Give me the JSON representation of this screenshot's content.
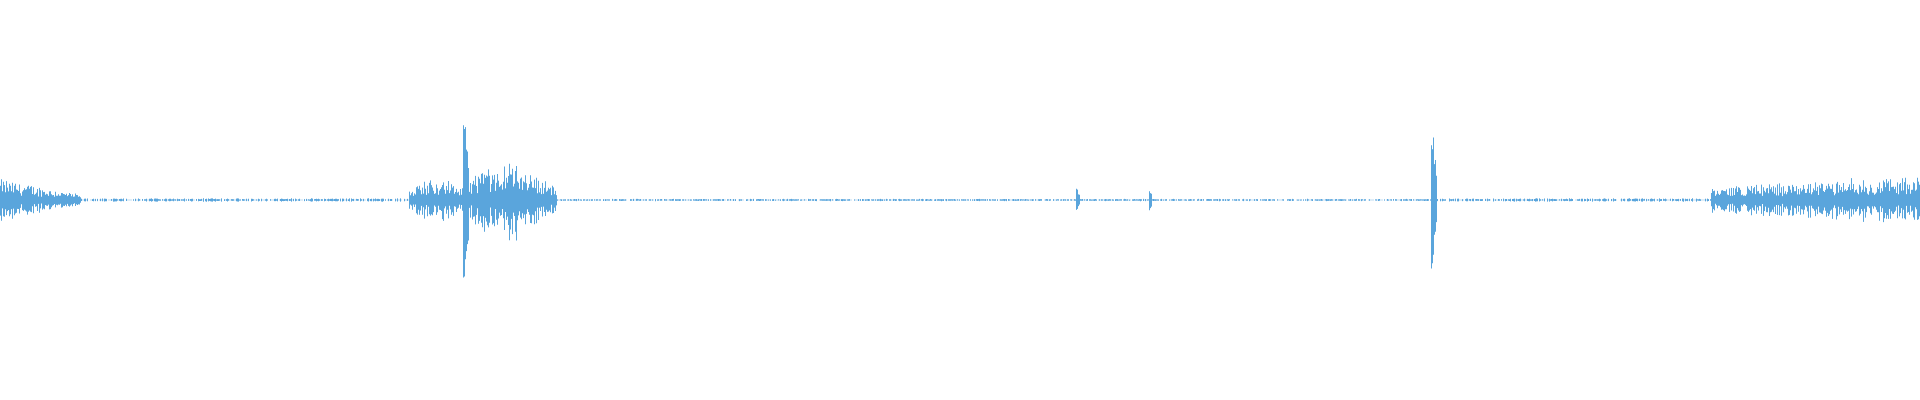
{
  "waveform": {
    "color": "#5aa5dc",
    "background": "#ffffff",
    "segments": [
      {
        "start": 0.0,
        "end": 0.042,
        "amp": 0.04,
        "shape": "noise-decay"
      },
      {
        "start": 0.042,
        "end": 0.213,
        "amp": 0.003,
        "shape": "tail"
      },
      {
        "start": 0.213,
        "end": 0.241,
        "amp": 0.04,
        "shape": "burst"
      },
      {
        "start": 0.241,
        "end": 0.244,
        "amp": 0.2,
        "shape": "transient"
      },
      {
        "start": 0.244,
        "end": 0.262,
        "amp": 0.06,
        "shape": "burst"
      },
      {
        "start": 0.262,
        "end": 0.29,
        "amp": 0.09,
        "shape": "noise-decay"
      },
      {
        "start": 0.29,
        "end": 0.56,
        "amp": 0.002,
        "shape": "tail"
      },
      {
        "start": 0.56,
        "end": 0.562,
        "amp": 0.03,
        "shape": "transient"
      },
      {
        "start": 0.562,
        "end": 0.598,
        "amp": 0.002,
        "shape": "tail"
      },
      {
        "start": 0.598,
        "end": 0.6,
        "amp": 0.03,
        "shape": "transient"
      },
      {
        "start": 0.6,
        "end": 0.745,
        "amp": 0.002,
        "shape": "tail"
      },
      {
        "start": 0.745,
        "end": 0.748,
        "amp": 0.17,
        "shape": "transient"
      },
      {
        "start": 0.748,
        "end": 0.891,
        "amp": 0.003,
        "shape": "tail"
      },
      {
        "start": 0.891,
        "end": 1.0,
        "amp": 0.045,
        "shape": "noise-grow"
      }
    ]
  }
}
